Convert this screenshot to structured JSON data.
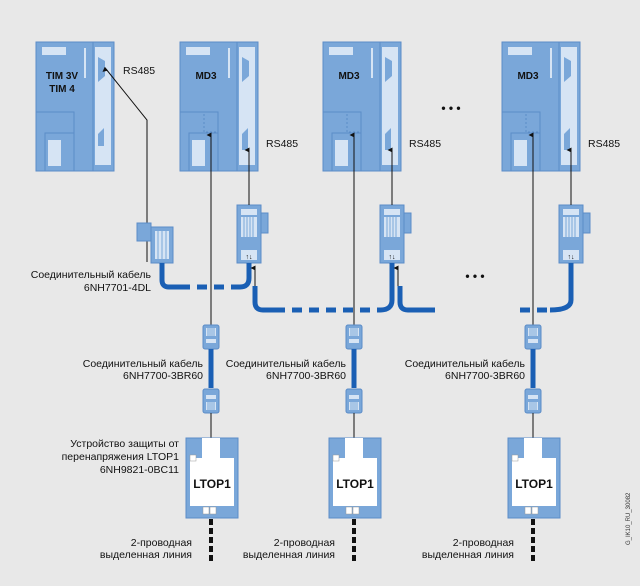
{
  "colors": {
    "background": "#e8e8e8",
    "module_fill": "#7aa7d9",
    "module_stroke": "#5b8cc7",
    "panel_fill": "#d6e4f4",
    "cable": "#1a5fb4",
    "wire": "#111111"
  },
  "modules": [
    {
      "id": "tim",
      "label_lines": [
        "TIM 3V",
        "TIM 4"
      ],
      "port_label": "RS485"
    },
    {
      "id": "md3-1",
      "label_lines": [
        "MD3"
      ],
      "port_label": "RS485"
    },
    {
      "id": "md3-2",
      "label_lines": [
        "MD3"
      ],
      "port_label": "RS485"
    },
    {
      "id": "md3-3",
      "label_lines": [
        "MD3"
      ],
      "port_label": "RS485"
    }
  ],
  "ellipsis": "• • •",
  "bus_cable": {
    "label": "Соединительный кабель",
    "part": "6NH7701-4DL"
  },
  "modem_cables": [
    {
      "label": "Соединительный кабель",
      "part": "6NH7700-3BR60"
    },
    {
      "label": "Соединительный кабель",
      "part": "6NH7700-3BR60"
    },
    {
      "label": "Соединительный кабель",
      "part": "6NH7700-3BR60"
    }
  ],
  "protector": {
    "description_lines": [
      "Устройство защиты от",
      "перенапряжения LTOP1",
      "6NH9821-0BC11"
    ],
    "units": [
      "LTOP1",
      "LTOP1",
      "LTOP1"
    ]
  },
  "lines": [
    {
      "label_lines": [
        "2-проводная",
        "выделенная линия"
      ]
    },
    {
      "label_lines": [
        "2-проводная",
        "выделенная линия"
      ]
    },
    {
      "label_lines": [
        "2-проводная",
        "выделенная линия"
      ]
    }
  ],
  "figure_code": "G_IK10_RU_30082"
}
